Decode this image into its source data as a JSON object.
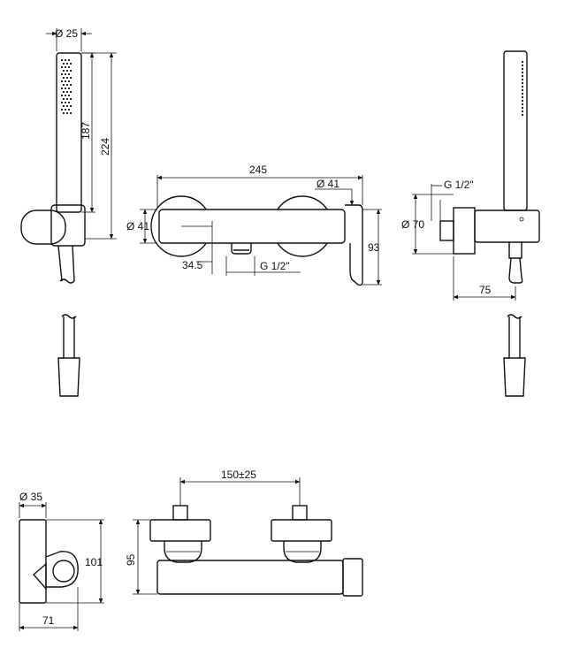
{
  "dimensions": {
    "hand_shower_diameter": "Ø 25",
    "hand_shower_length": "187",
    "hand_shower_total": "224",
    "mixer_width": "245",
    "handle_diameter_top": "Ø 41",
    "body_diameter_left": "Ø 41",
    "mixer_height": "93",
    "spout_offset": "34.5",
    "thread_bottom": "G 1/2\"",
    "thread_side": "G 1/2\"",
    "rosette_diameter": "Ø 70",
    "side_depth": "75",
    "holder_diameter": "Ø 35",
    "holder_height": "101",
    "holder_width": "71",
    "centers": "150±25",
    "rear_height": "95"
  }
}
